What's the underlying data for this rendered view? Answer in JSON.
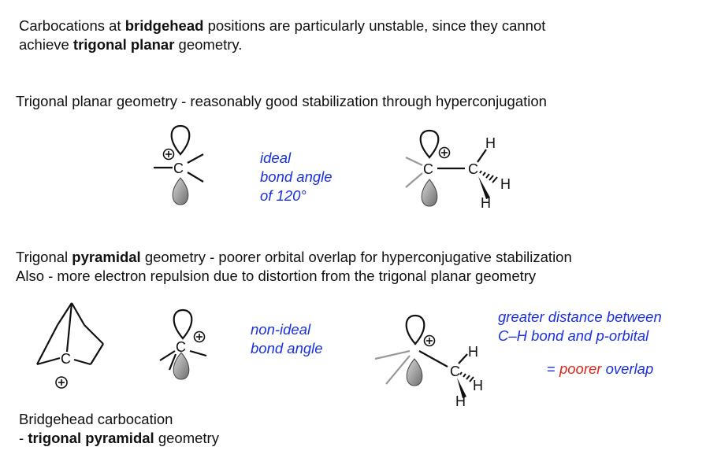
{
  "intro": {
    "line1_a": "Carbocations at ",
    "line1_b": "bridgehead",
    "line1_c": " positions are particularly unstable, since they cannot",
    "line2_a": "achieve ",
    "line2_b": "trigonal planar",
    "line2_c": " geometry."
  },
  "planar": {
    "heading": "Trigonal planar geometry - reasonably good stabilization through hyperconjugation",
    "note": [
      "ideal",
      "bond angle",
      "of 120°"
    ]
  },
  "pyramidal": {
    "heading_a": "Trigonal ",
    "heading_b": "pyramidal",
    "heading_c": " geometry - poorer orbital overlap for hyperconjugative stabilization",
    "heading2": "Also - more electron repulsion due to distortion from the trigonal planar geometry",
    "note": [
      "non-ideal",
      "bond angle"
    ],
    "distance_note": [
      "greater distance between",
      "C–H bond and p-orbital"
    ],
    "overlap_eq": "= ",
    "overlap_red": "poorer",
    "overlap_rest": " overlap"
  },
  "caption": {
    "line1": "Bridgehead carbocation",
    "line2_a": "- ",
    "line2_b": "trigonal pyramidal",
    "line2_c": " geometry"
  },
  "atoms": {
    "C": "C",
    "H": "H"
  },
  "colors": {
    "blue_text": "#1a2fe0",
    "red_text": "#e0261b",
    "gray_bond": "#999999",
    "lobe_fill": "#9a9a9a"
  }
}
